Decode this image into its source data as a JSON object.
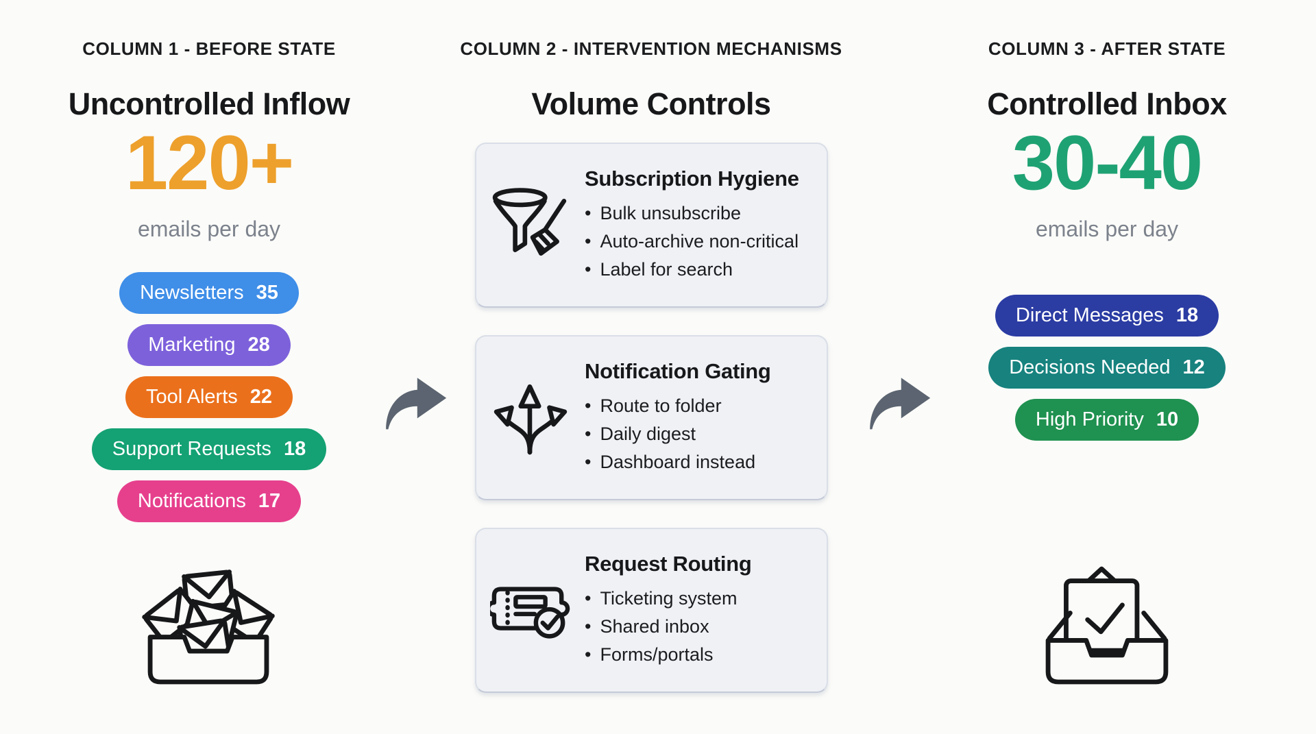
{
  "page": {
    "background": "#FBFBF9",
    "arrow_color": "#5B6470",
    "icon_stroke": "#17181A"
  },
  "columns": {
    "before": {
      "kicker": "COLUMN 1 - BEFORE STATE",
      "title": "Uncontrolled Inflow",
      "metric": {
        "value": "120+",
        "caption": "emails per day",
        "color": "#EDA02C"
      },
      "pills": [
        {
          "label": "Newsletters",
          "count": "35",
          "color": "#3F8EE8"
        },
        {
          "label": "Marketing",
          "count": "28",
          "color": "#7D61DB"
        },
        {
          "label": "Tool Alerts",
          "count": "22",
          "color": "#EB701B"
        },
        {
          "label": "Support Requests",
          "count": "18",
          "color": "#14A173"
        },
        {
          "label": "Notifications",
          "count": "17",
          "color": "#E6408D"
        }
      ],
      "icon": "overflowing-inbox-icon"
    },
    "interventions": {
      "kicker": "COLUMN 2 - INTERVENTION MECHANISMS",
      "title": "Volume Controls",
      "cards": [
        {
          "icon": "funnel-broom-icon",
          "title": "Subscription Hygiene",
          "bullets": [
            "Bulk unsubscribe",
            "Auto-archive non-critical",
            "Label for search"
          ]
        },
        {
          "icon": "branching-arrows-icon",
          "title": "Notification Gating",
          "bullets": [
            "Route to folder",
            "Daily digest",
            "Dashboard instead"
          ]
        },
        {
          "icon": "ticket-check-icon",
          "title": "Request Routing",
          "bullets": [
            "Ticketing system",
            "Shared inbox",
            "Forms/portals"
          ]
        }
      ]
    },
    "after": {
      "kicker": "COLUMN 3 - AFTER STATE",
      "title": "Controlled Inbox",
      "metric": {
        "value": "30-40",
        "caption": "emails per day",
        "color": "#1FA273"
      },
      "pills": [
        {
          "label": "Direct Messages",
          "count": "18",
          "color": "#2B3CA3"
        },
        {
          "label": "Decisions Needed",
          "count": "12",
          "color": "#17827E"
        },
        {
          "label": "High Priority",
          "count": "10",
          "color": "#1F9150"
        }
      ],
      "icon": "inbox-check-icon"
    }
  }
}
